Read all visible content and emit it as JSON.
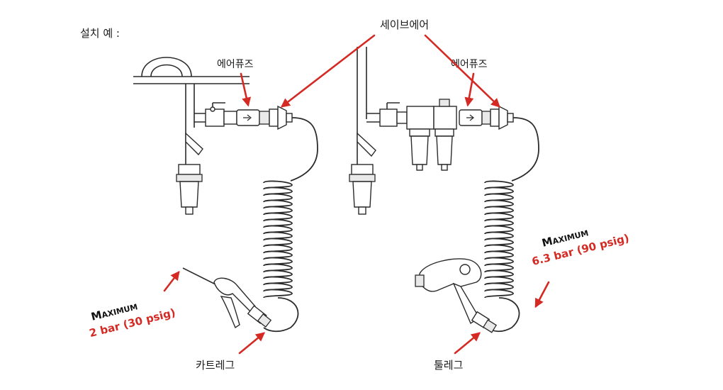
{
  "title": "설치 예 :",
  "labels": {
    "safe_air": "세이브에어",
    "air_fuse_left": "에어퓨즈",
    "air_fuse_right": "에어퓨즈",
    "cartridge": "카트레그",
    "tool": "툴레그"
  },
  "max_left": {
    "title": "Maximum",
    "value": "2 bar (30 psig)"
  },
  "max_right": {
    "title": "Maximum",
    "value": "6.3 bar (90 psig)"
  },
  "colors": {
    "accent_red": "#d42a23",
    "line": "#2b2b2b",
    "background": "#ffffff"
  },
  "icons": [
    "air-gun-icon",
    "impact-wrench-icon",
    "filter-regulator-icon",
    "ball-valve-icon"
  ]
}
